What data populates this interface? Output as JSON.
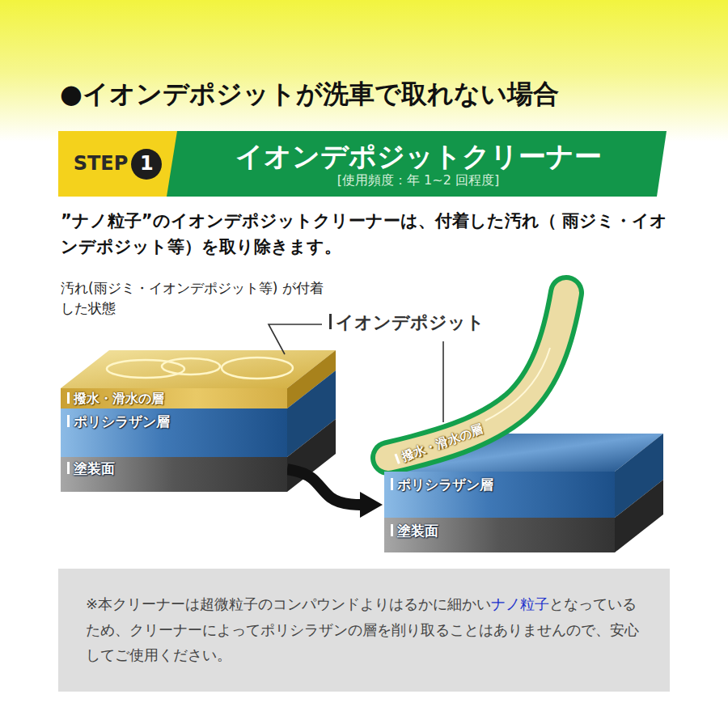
{
  "diagram": {
    "title": "●イオンデポジットが洗車で取れない場合",
    "nodes": [
      {
        "text": [
          "STEP"
        ]
      },
      {
        "text": [
          "1"
        ],
        "in": 0
      },
      {
        "text": [
          "イオンデポジットクリーナー",
          "[使用頻度：年 1~2 回程度]"
        ]
      },
      {
        "text": [
          "撥水・滑水の層"
        ]
      },
      {
        "text": [
          "ポリシラザン層"
        ]
      },
      {
        "text": [
          "塗装面"
        ]
      },
      {
        "text": [
          "撥水・滑水の層"
        ]
      },
      {
        "text": [
          "ポリシラザン層"
        ]
      },
      {
        "text": [
          "塗装面"
        ]
      },
      {
        "text": [
          "※本クリーナーは超微粒子のコンパウンドよりはるかに細かい",
          "ナノ粒子",
          "となっているため、クリーナーによってポリシラザンの層を削り取ることはありませんので、安心してご使用ください。"
        ]
      }
    ],
    "edges": [
      {
        "from": 5,
        "to": 7,
        "arrow": "to"
      }
    ],
    "labels": [
      "”ナノ粒子”のイオンデポジットクリーナーは、付着した汚れ（ 雨ジミ・イオンデポジット等）を取り除きます。",
      "汚れ(雨ジミ・イオンデポジット等) が付着した状態",
      "イオンデポジット"
    ]
  }
}
